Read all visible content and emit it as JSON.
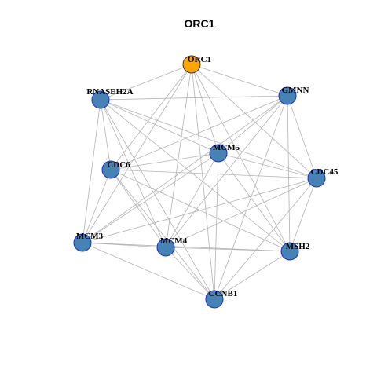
{
  "title": "ORC1",
  "colors": {
    "hub_fill": "#FFA500",
    "hub_stroke": "#333333",
    "node_fill": "#4682B4",
    "node_stroke": "#1C2FC8",
    "edge": "#B3B3B3"
  },
  "nodes": [
    {
      "id": "ORC1",
      "label": "ORC1",
      "hub": true
    },
    {
      "id": "GMNN",
      "label": "GMNN"
    },
    {
      "id": "RNASEH2A",
      "label": "RNASEH2A"
    },
    {
      "id": "MCM5",
      "label": "MCM5"
    },
    {
      "id": "CDC6",
      "label": "CDC6"
    },
    {
      "id": "CDC45",
      "label": "CDC45"
    },
    {
      "id": "MCM3",
      "label": "MCM3"
    },
    {
      "id": "MCM4",
      "label": "MCM4"
    },
    {
      "id": "MSH2",
      "label": "MSH2"
    },
    {
      "id": "CCNB1",
      "label": "CCNB1"
    }
  ],
  "edges": [
    [
      "ORC1",
      "RNASEH2A"
    ],
    [
      "ORC1",
      "GMNN"
    ],
    [
      "ORC1",
      "MCM5"
    ],
    [
      "ORC1",
      "CDC6"
    ],
    [
      "ORC1",
      "CDC45"
    ],
    [
      "ORC1",
      "MCM3"
    ],
    [
      "ORC1",
      "MCM4"
    ],
    [
      "ORC1",
      "MSH2"
    ],
    [
      "ORC1",
      "CCNB1"
    ],
    [
      "RNASEH2A",
      "GMNN"
    ],
    [
      "RNASEH2A",
      "MCM5"
    ],
    [
      "RNASEH2A",
      "CDC6"
    ],
    [
      "RNASEH2A",
      "CDC45"
    ],
    [
      "RNASEH2A",
      "MCM3"
    ],
    [
      "RNASEH2A",
      "MCM4"
    ],
    [
      "RNASEH2A",
      "MSH2"
    ],
    [
      "RNASEH2A",
      "CCNB1"
    ],
    [
      "GMNN",
      "MCM5"
    ],
    [
      "GMNN",
      "CDC6"
    ],
    [
      "GMNN",
      "CDC45"
    ],
    [
      "GMNN",
      "MCM3"
    ],
    [
      "GMNN",
      "MCM4"
    ],
    [
      "GMNN",
      "MSH2"
    ],
    [
      "GMNN",
      "CCNB1"
    ],
    [
      "MCM5",
      "CDC6"
    ],
    [
      "MCM5",
      "CDC45"
    ],
    [
      "MCM5",
      "MCM3"
    ],
    [
      "MCM5",
      "MCM4"
    ],
    [
      "MCM5",
      "MSH2"
    ],
    [
      "MCM5",
      "CCNB1"
    ],
    [
      "CDC6",
      "CDC45"
    ],
    [
      "CDC6",
      "MCM3"
    ],
    [
      "CDC6",
      "MCM4"
    ],
    [
      "CDC6",
      "MSH2"
    ],
    [
      "CDC6",
      "CCNB1"
    ],
    [
      "CDC45",
      "MCM3"
    ],
    [
      "CDC45",
      "MCM4"
    ],
    [
      "CDC45",
      "MSH2"
    ],
    [
      "CDC45",
      "CCNB1"
    ],
    [
      "MCM3",
      "MCM4"
    ],
    [
      "MCM3",
      "MSH2"
    ],
    [
      "MCM3",
      "CCNB1"
    ],
    [
      "MCM4",
      "MSH2"
    ],
    [
      "MCM4",
      "CCNB1"
    ],
    [
      "MSH2",
      "CCNB1"
    ]
  ]
}
